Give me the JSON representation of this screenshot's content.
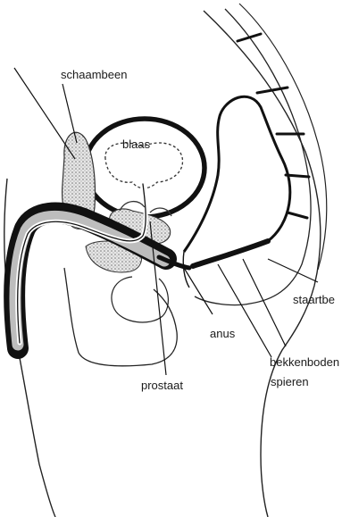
{
  "labels": {
    "schaambeen": "schaambeen",
    "blaas": "blaas",
    "anus": "anus",
    "prostaat": "prostaat",
    "staartbeen": "staartbe",
    "bekkenbodem_line1": "bekkenboden",
    "bekkenbodem_line2": "spieren"
  },
  "colors": {
    "ink": "#111111",
    "background": "#ffffff",
    "stipple": "#c9c9c9"
  }
}
